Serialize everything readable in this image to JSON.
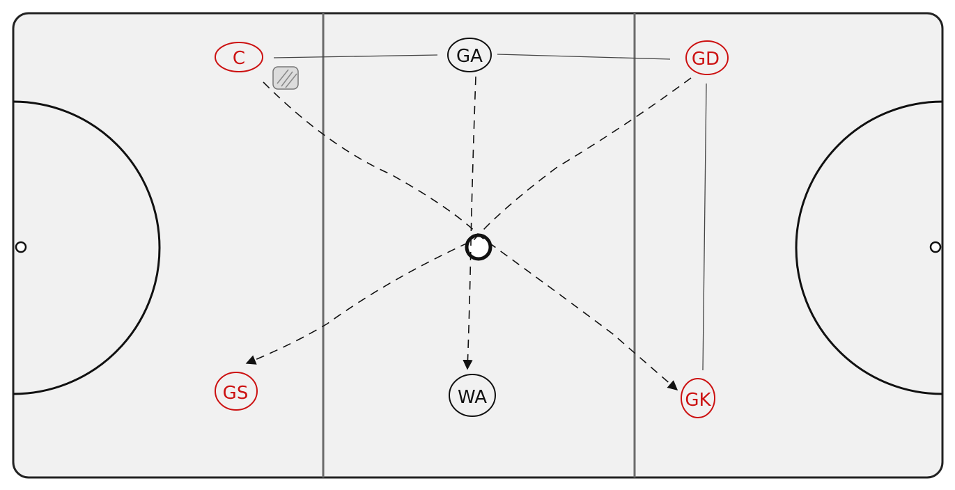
{
  "players": [
    {
      "id": "c",
      "label": "C",
      "color": "#cc1111"
    },
    {
      "id": "ga",
      "label": "GA",
      "color": "#111111"
    },
    {
      "id": "gd",
      "label": "GD",
      "color": "#cc1111"
    },
    {
      "id": "gs",
      "label": "GS",
      "color": "#cc1111"
    },
    {
      "id": "wa",
      "label": "WA",
      "color": "#111111"
    },
    {
      "id": "gk",
      "label": "GK",
      "color": "#cc1111"
    }
  ],
  "colors": {
    "court_fill": "#f1f1f1",
    "court_line": "#111111",
    "third_line": "#6b6b6b",
    "attack_team": "#cc1111",
    "defend_team": "#111111"
  },
  "icons": [
    "ball-icon"
  ]
}
